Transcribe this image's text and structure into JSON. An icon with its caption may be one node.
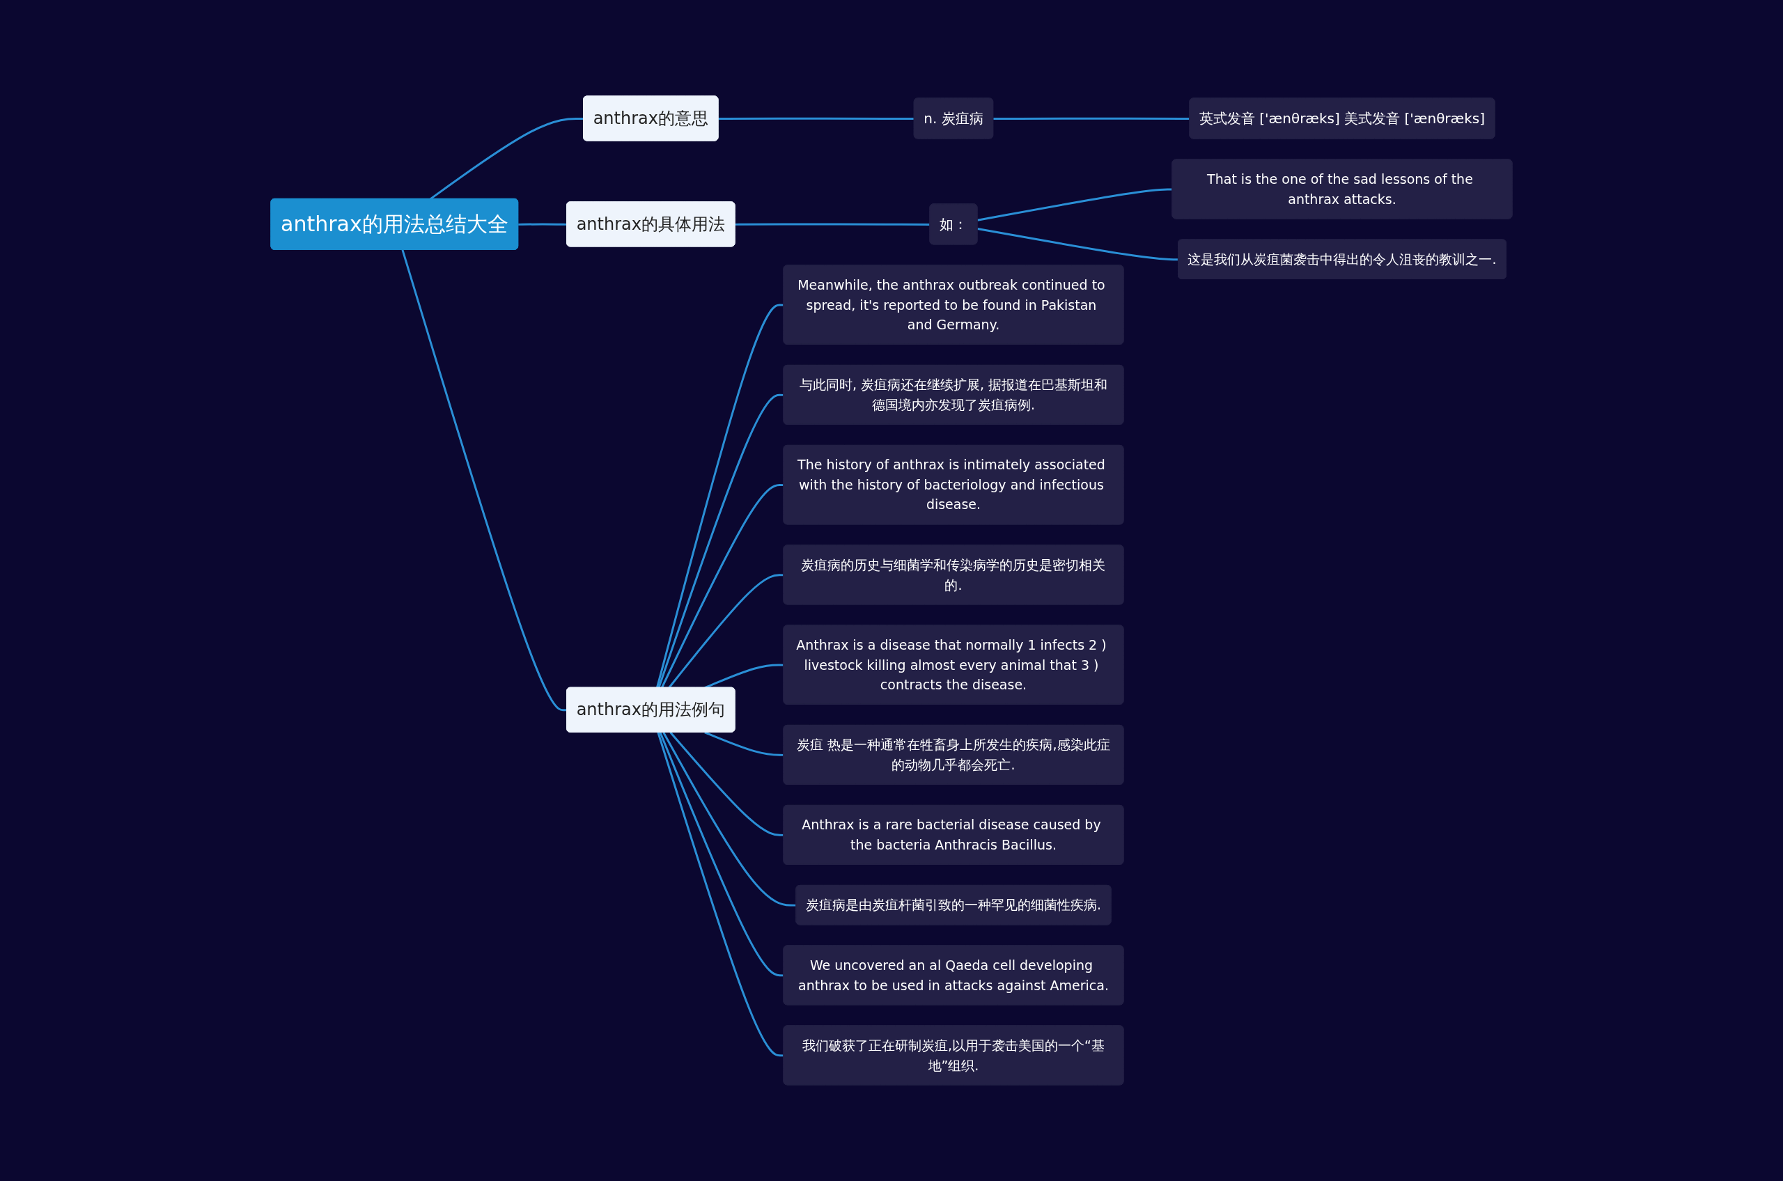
{
  "diagram": {
    "nodes": [
      {
        "text": [
          "anthrax的用法总结大全"
        ]
      },
      {
        "text": [
          "anthrax的意思"
        ]
      },
      {
        "text": [
          "n. 炭疽病"
        ]
      },
      {
        "text": [
          "英式发音 ['ænθræks] 美式发音 ['ænθræks]"
        ]
      },
      {
        "text": [
          "anthrax的用法例句"
        ]
      },
      {
        "text": [
          "Meanwhile, the anthrax outbreak continued to spread, it's reported to be found in Pakistan and Germany."
        ]
      },
      {
        "text": [
          "与此同时, 炭疽病还在继续扩展, 据报道在巴基斯坦和德国境内亦发现了炭疽病例."
        ]
      },
      {
        "text": [
          "The history of anthrax is intimately associated with the history of bacteriology and infectious disease."
        ]
      },
      {
        "text": [
          "炭疽病的历史与细菌学和传染病学的历史是密切相关的."
        ]
      },
      {
        "text": [
          "Anthrax is a disease that normally 1 infects 2 ) livestock killing almost every animal that 3 ) contracts the disease."
        ]
      },
      {
        "text": [
          "炭疽 热是一种通常在牲畜身上所发生的疾病,感染此症的动物几乎都会死亡."
        ]
      },
      {
        "text": [
          "Anthrax is a rare bacterial disease caused by the bacteria Anthracis Bacillus."
        ]
      },
      {
        "text": [
          "炭疽病是由炭疽杆菌引致的一种罕见的细菌性疾病."
        ]
      },
      {
        "text": [
          "We uncovered an al Qaeda cell developing anthrax to be used in attacks against America."
        ]
      },
      {
        "text": [
          "我们破获了正在研制炭疽,以用于袭击美国的一个“基地”组织."
        ]
      },
      {
        "text": [
          "anthrax的具体用法"
        ]
      },
      {
        "text": [
          "如："
        ]
      },
      {
        "text": [
          "That is the one of the sad lessons of the anthrax attacks."
        ]
      },
      {
        "text": [
          "这是我们从炭疽菌袭击中得出的令人沮丧的教训之一."
        ]
      }
    ],
    "edges": [
      {
        "from": 0,
        "to": 1,
        "arrow": "none"
      },
      {
        "from": 1,
        "to": 2,
        "arrow": "none"
      },
      {
        "from": 2,
        "to": 3,
        "arrow": "none"
      },
      {
        "from": 0,
        "to": 4,
        "arrow": "none"
      },
      {
        "from": 4,
        "to": 5,
        "arrow": "none"
      },
      {
        "from": 4,
        "to": 6,
        "arrow": "none"
      },
      {
        "from": 4,
        "to": 7,
        "arrow": "none"
      },
      {
        "from": 4,
        "to": 8,
        "arrow": "none"
      },
      {
        "from": 4,
        "to": 9,
        "arrow": "none"
      },
      {
        "from": 4,
        "to": 10,
        "arrow": "none"
      },
      {
        "from": 4,
        "to": 11,
        "arrow": "none"
      },
      {
        "from": 4,
        "to": 12,
        "arrow": "none"
      },
      {
        "from": 4,
        "to": 13,
        "arrow": "none"
      },
      {
        "from": 4,
        "to": 14,
        "arrow": "none"
      },
      {
        "from": 0,
        "to": 15,
        "arrow": "none"
      },
      {
        "from": 15,
        "to": 16,
        "arrow": "none"
      },
      {
        "from": 16,
        "to": 17,
        "arrow": "none"
      },
      {
        "from": 16,
        "to": 18,
        "arrow": "none"
      }
    ]
  }
}
